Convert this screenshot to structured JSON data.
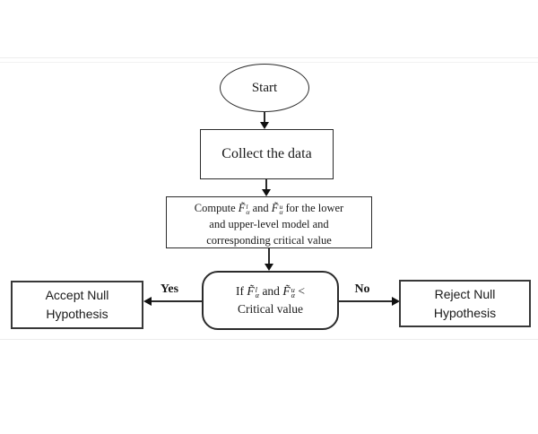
{
  "diagram": {
    "nodes": {
      "start": {
        "label": "Start"
      },
      "collect": {
        "label": "Collect the data"
      },
      "compute": {
        "line1_prefix": "Compute ",
        "line1_mid": " and  ",
        "line1_suffix": " for the lower",
        "line2": "and upper-level model and",
        "line3": "corresponding critical value"
      },
      "decision": {
        "line1_prefix": "If ",
        "line1_mid": " and ",
        "line1_suffix": " <",
        "line2": "Critical value"
      },
      "accept": {
        "line1": "Accept Null",
        "line2": "Hypothesis"
      },
      "reject": {
        "line1": "Reject Null",
        "line2": "Hypothesis"
      }
    },
    "formula": {
      "base": "F̃",
      "sub": "α",
      "sup_lower": "l",
      "sup_upper": "u"
    },
    "edges": {
      "yes_label": "Yes",
      "no_label": "No"
    },
    "colors": {
      "background": "#ffffff",
      "node_border": "#2b2b2b",
      "text": "#1a1a1a",
      "divider": "#ededed"
    }
  }
}
